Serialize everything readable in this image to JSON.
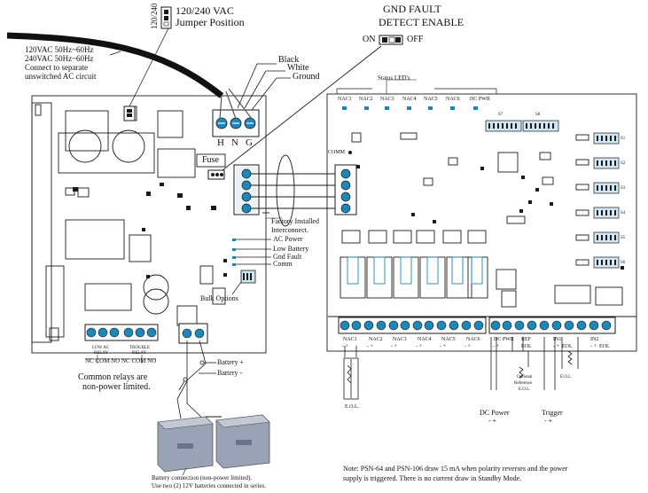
{
  "jumper": {
    "vertical_label": "120/240",
    "title_line1": "120/240 VAC",
    "title_line2": "Jumper Position"
  },
  "gnd_fault": {
    "line1": "GND FAULT",
    "line2": "DETECT ENABLE",
    "on_label": "ON",
    "off_label": "OFF"
  },
  "ac_input": {
    "line1": "120VAC 50Hz~60Hz",
    "line2": "240VAC 50Hz~60Hz",
    "line3": "Connect to separate",
    "line4": "unswitched AC circuit"
  },
  "wires": {
    "black": "Black",
    "white": "White",
    "ground": "Ground"
  },
  "terminals_hng": {
    "h": "H",
    "n": "N",
    "g": "G"
  },
  "fuse_label": "Fuse",
  "status_leds_label": "Status LED's",
  "nac_leds": [
    "NAC1",
    "NAC2",
    "NAC3",
    "NAC4",
    "NAC5",
    "NAC6",
    "DC PWR"
  ],
  "dip_switches": {
    "s7": "S7",
    "s8": "S8"
  },
  "side_switches": [
    "S1",
    "S2",
    "S3",
    "S4",
    "S5",
    "S6"
  ],
  "comm_led_label": "COMM",
  "factory_label": {
    "line1": "Factory Installed",
    "line2": "Interconnect."
  },
  "status_indicators": [
    "AC Power",
    "Low Battery",
    "Gnd Fault",
    "Comm"
  ],
  "bulk_options_label": "Bulk Options",
  "relays": {
    "low_ac_line1": "LOW AC",
    "low_ac_line2": "RELAY",
    "trouble_line1": "TROUBLE",
    "trouble_line2": "RELAY",
    "contacts_left": "NC COM NO",
    "contacts_right": "NC COM NO"
  },
  "common_relays": {
    "line1": "Common relays are",
    "line2": "non-power limited."
  },
  "battery": {
    "plus": "Battery +",
    "minus": "Battery -",
    "note_line1": "Battery connection (non-power limited).",
    "note_line2": "Use two (2) 12V batteries connected in series."
  },
  "bottom_terminals": [
    "NAC1",
    "NAC2",
    "NAC3",
    "NAC4",
    "NAC5",
    "NAC6",
    "DC PWR",
    "REF",
    "IN1",
    "IN2"
  ],
  "terminal_polarity": {
    "nac": "- +",
    "eol": "EOL"
  },
  "eol_label": "E.O.L.",
  "optional_ref": {
    "line1": "Optional",
    "line2": "Reference",
    "line3": "E.O.L."
  },
  "eol_in1": "E.O.L.",
  "dc_power": {
    "label": "DC Power",
    "polarity": "-  +"
  },
  "trigger": {
    "label": "Trigger",
    "polarity": "-  +"
  },
  "note": {
    "line1": "Note: PSN-64 and PSN-106 draw 15 mA when polarity reverses and the power",
    "line2": "supply is triggered. There is no current draw in Standby Mode."
  },
  "colors": {
    "line": "#1a1a1a",
    "terminal_blue": "#1f86b8",
    "terminal_light": "#cfe6f2",
    "battery_gray": "#9aa3b5"
  }
}
